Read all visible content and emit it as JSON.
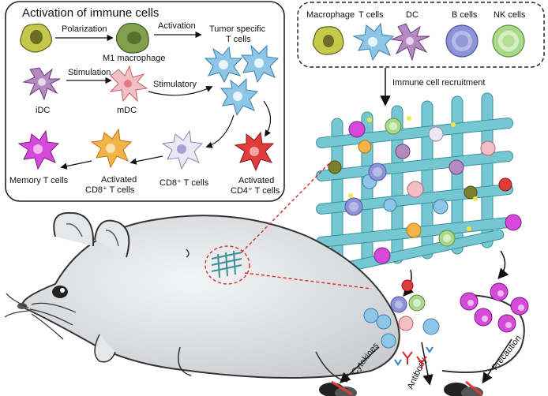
{
  "activation_panel": {
    "title": "Activation of immune cells",
    "polarization": "Polarization",
    "activation": "Activation",
    "m1_macrophage": "M1 macrophage",
    "tumor_specific_1": "Tumor specific",
    "tumor_specific_2": "T cells",
    "stimulation": "Stimulation",
    "idc": "iDC",
    "mdc": "mDC",
    "stimulatory": "Stimulatory",
    "memory_t_cells": "Memory T cells",
    "activated_cd8_1": "Activated",
    "activated_cd8_2": "CD8⁺ T cells",
    "cd8_t_cells": "CD8⁺ T cells",
    "activated_cd4_1": "Activated",
    "activated_cd4_2": "CD4⁺ T cells"
  },
  "legend_panel": {
    "macrophage": "Macrophage",
    "t_cells": "T cells",
    "dc": "DC",
    "b_cells": "B cells",
    "nk_cells": "NK cells"
  },
  "recruitment": "Immune cell recruitment",
  "bottom": {
    "cytokines": "Cytokines",
    "antibody": "Antibody",
    "precaution": "Precaution"
  },
  "colors": {
    "macrophage": "#b7ba3c",
    "m1": "#7d9a4a",
    "t_cell": "#8cc4e6",
    "dc": "#b58ac2",
    "mdc": "#e2a1a8",
    "b_cell": "#8c93d6",
    "nk_cell": "#a9d98a",
    "cd4": "#e13b3b",
    "cd8_activated": "#f0b347",
    "cd8": "#e7e3f2",
    "memory": "#d54ad9",
    "scaffold": "#6fc3cc",
    "mouse": "#e6e7e9"
  }
}
